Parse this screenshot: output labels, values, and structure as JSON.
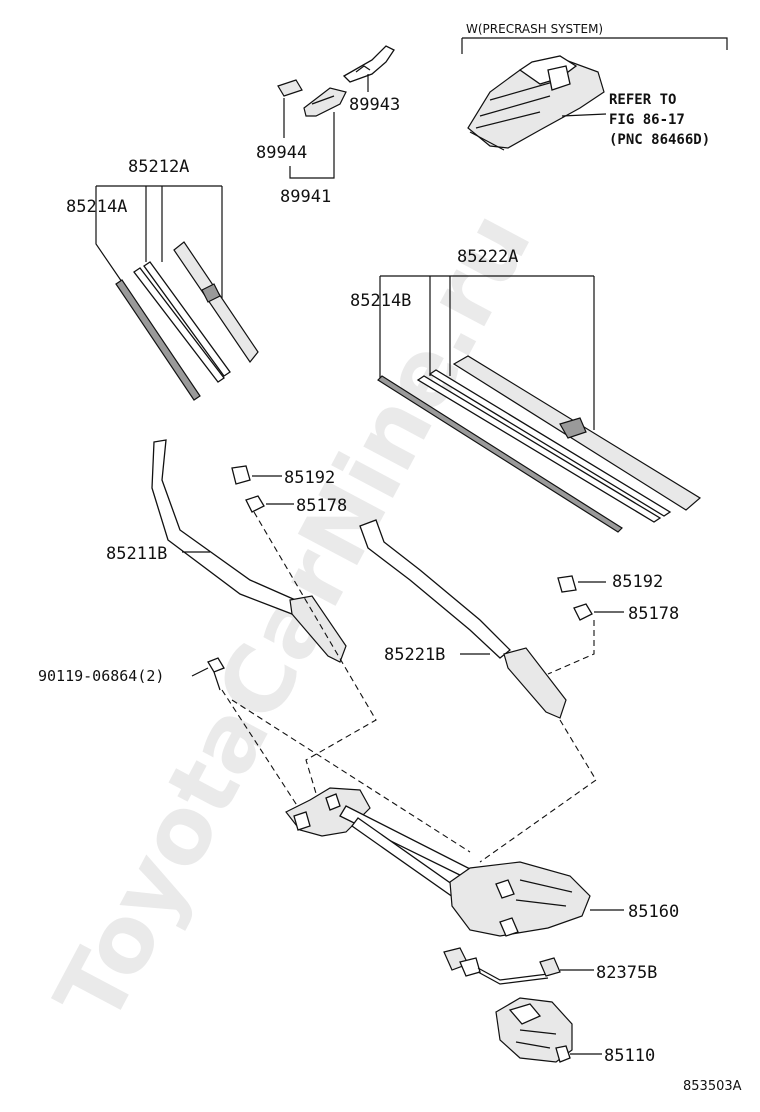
{
  "watermark": "ToyotaCarNine.ru",
  "option_header": "W(PRECRASH SYSTEM)",
  "reference_note": {
    "line1": "REFER TO",
    "line2": "FIG 86-17",
    "line3": "(PNC 86466D)"
  },
  "labels": {
    "p89943": "89943",
    "p89944": "89944",
    "p89941": "89941",
    "p85212A": "85212A",
    "p85214A": "85214A",
    "p85222A": "85222A",
    "p85214B": "85214B",
    "p85192_left": "85192",
    "p85178_left": "85178",
    "p85211B": "85211B",
    "p85192_right": "85192",
    "p85178_right": "85178",
    "p85221B": "85221B",
    "p90119": "90119-06864(2)",
    "p85160": "85160",
    "p82375B": "82375B",
    "p85110": "85110"
  },
  "diagram_code": "853503A"
}
